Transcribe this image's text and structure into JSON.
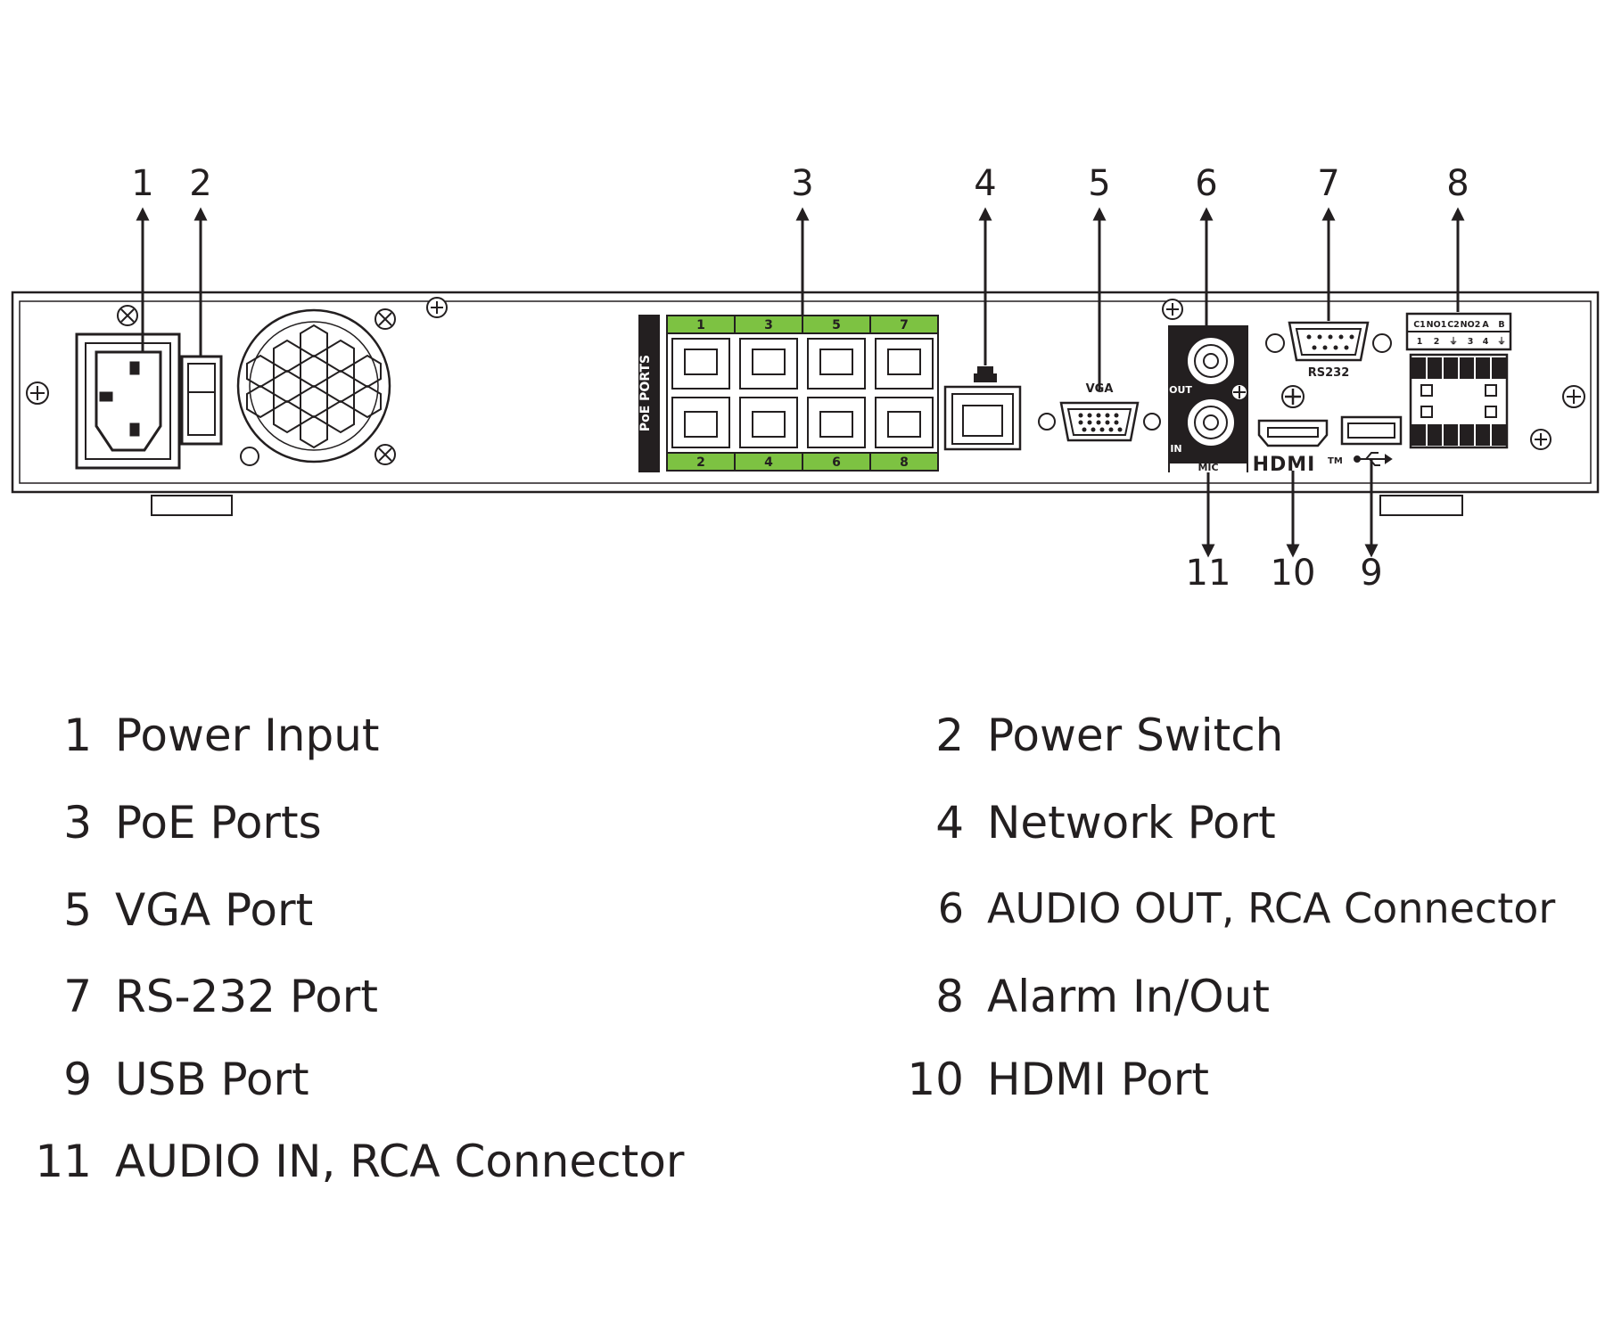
{
  "callouts": [
    "1",
    "2",
    "3",
    "4",
    "5",
    "6",
    "7",
    "8",
    "9",
    "10",
    "11"
  ],
  "panel_labels": {
    "poe_ports": "PoE PORTS",
    "vga": "VGA",
    "out": "OUT",
    "in": "IN",
    "mic": "MIC",
    "rs232": "RS232",
    "hdmi": "HDMI",
    "tm": "TM"
  },
  "poe_top_numbers": [
    "1",
    "3",
    "5",
    "7"
  ],
  "poe_bottom_numbers": [
    "2",
    "4",
    "6",
    "8"
  ],
  "alarm_top_labels": [
    "C1",
    "NO1",
    "C2",
    "NO2",
    "A",
    "B"
  ],
  "alarm_bottom_labels": [
    "1",
    "2",
    "⏚",
    "3",
    "4",
    "⏚"
  ],
  "legend": [
    {
      "num": "1",
      "label": "Power Input"
    },
    {
      "num": "2",
      "label": "Power Switch"
    },
    {
      "num": "3",
      "label": "PoE Ports"
    },
    {
      "num": "4",
      "label": "Network Port"
    },
    {
      "num": "5",
      "label": "VGA Port"
    },
    {
      "num": "6",
      "label": "AUDIO OUT, RCA Connector"
    },
    {
      "num": "7",
      "label": "RS-232 Port"
    },
    {
      "num": "8",
      "label": "Alarm In/Out"
    },
    {
      "num": "9",
      "label": "USB Port"
    },
    {
      "num": "10",
      "label": "HDMI Port"
    },
    {
      "num": "11",
      "label": "AUDIO IN, RCA Connector"
    }
  ],
  "colors": {
    "ink": "#231f20",
    "poe_green": "#7dc242"
  }
}
